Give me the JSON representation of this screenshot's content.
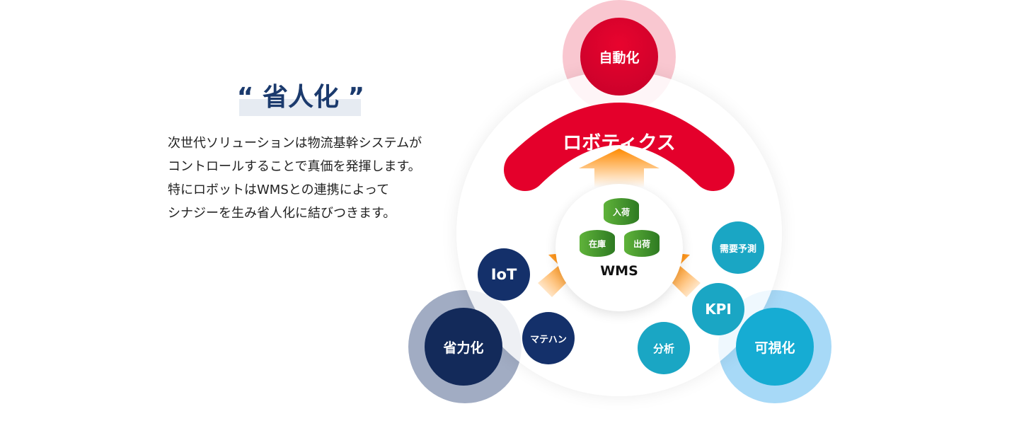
{
  "heading": "“ 省人化 ”",
  "paragraph": [
    "次世代ソリューションは物流基幹システムが",
    "コントロールすることで真価を発揮します。",
    "特にロボットはWMSとの連携によって",
    "シナジーを生み省人化に結びつきます。"
  ],
  "diagram": {
    "pillars": {
      "automation": "自動化",
      "labor_saving": "省力化",
      "visualization": "可視化"
    },
    "robotics": "ロボティクス",
    "wms": {
      "label": "WMS",
      "receiving": "入荷",
      "inventory": "在庫",
      "shipping": "出荷"
    },
    "navy_items": [
      "IoT",
      "マテハン"
    ],
    "teal_items": [
      "需要予測",
      "KPI",
      "分析"
    ],
    "colors": {
      "red": "#e4002b",
      "navy": "#14306a",
      "teal": "#1aa6c4",
      "green": "#3e8e2a",
      "orange": "#ff8a00"
    }
  }
}
